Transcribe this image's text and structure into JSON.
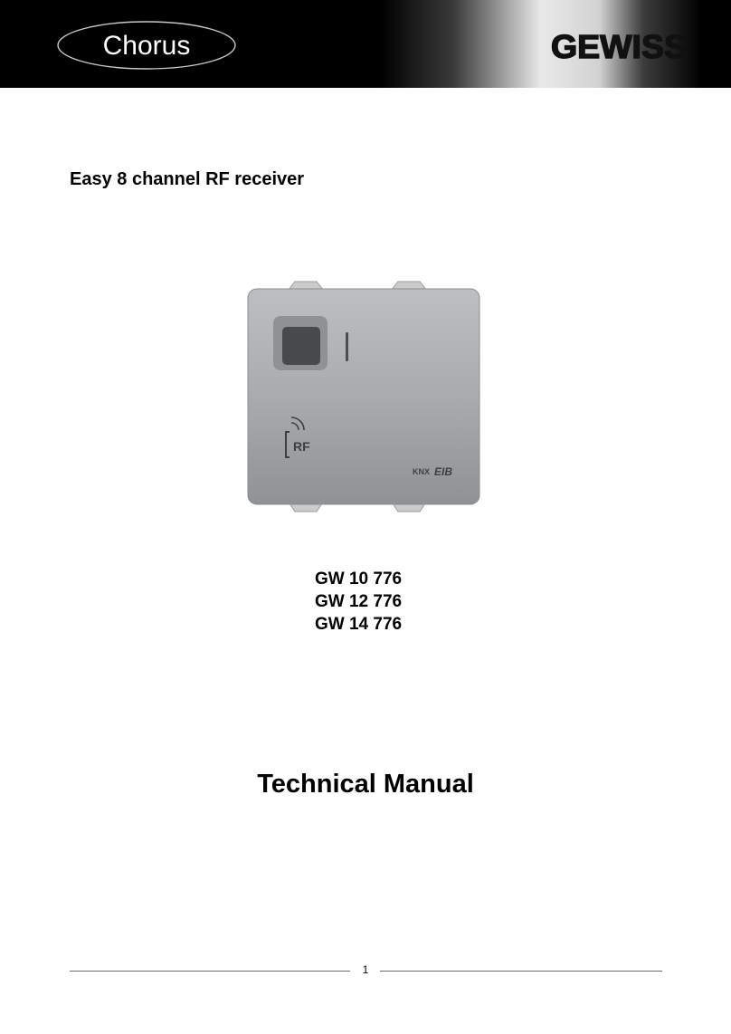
{
  "header": {
    "brand_logo_text": "Chorus",
    "company_logo_text": "GEWISS"
  },
  "product": {
    "title": "Easy 8 channel RF receiver",
    "codes": [
      "GW 10 776",
      "GW 12 776",
      "GW 14 776"
    ],
    "image": {
      "rf_label": "RF",
      "knx_label": "KNX",
      "eib_label": "EIB"
    }
  },
  "document": {
    "type_title": "Technical Manual"
  },
  "footer": {
    "page_number": "1"
  },
  "colors": {
    "header_bg": "#000000",
    "device_body": "#a9acae"
  }
}
